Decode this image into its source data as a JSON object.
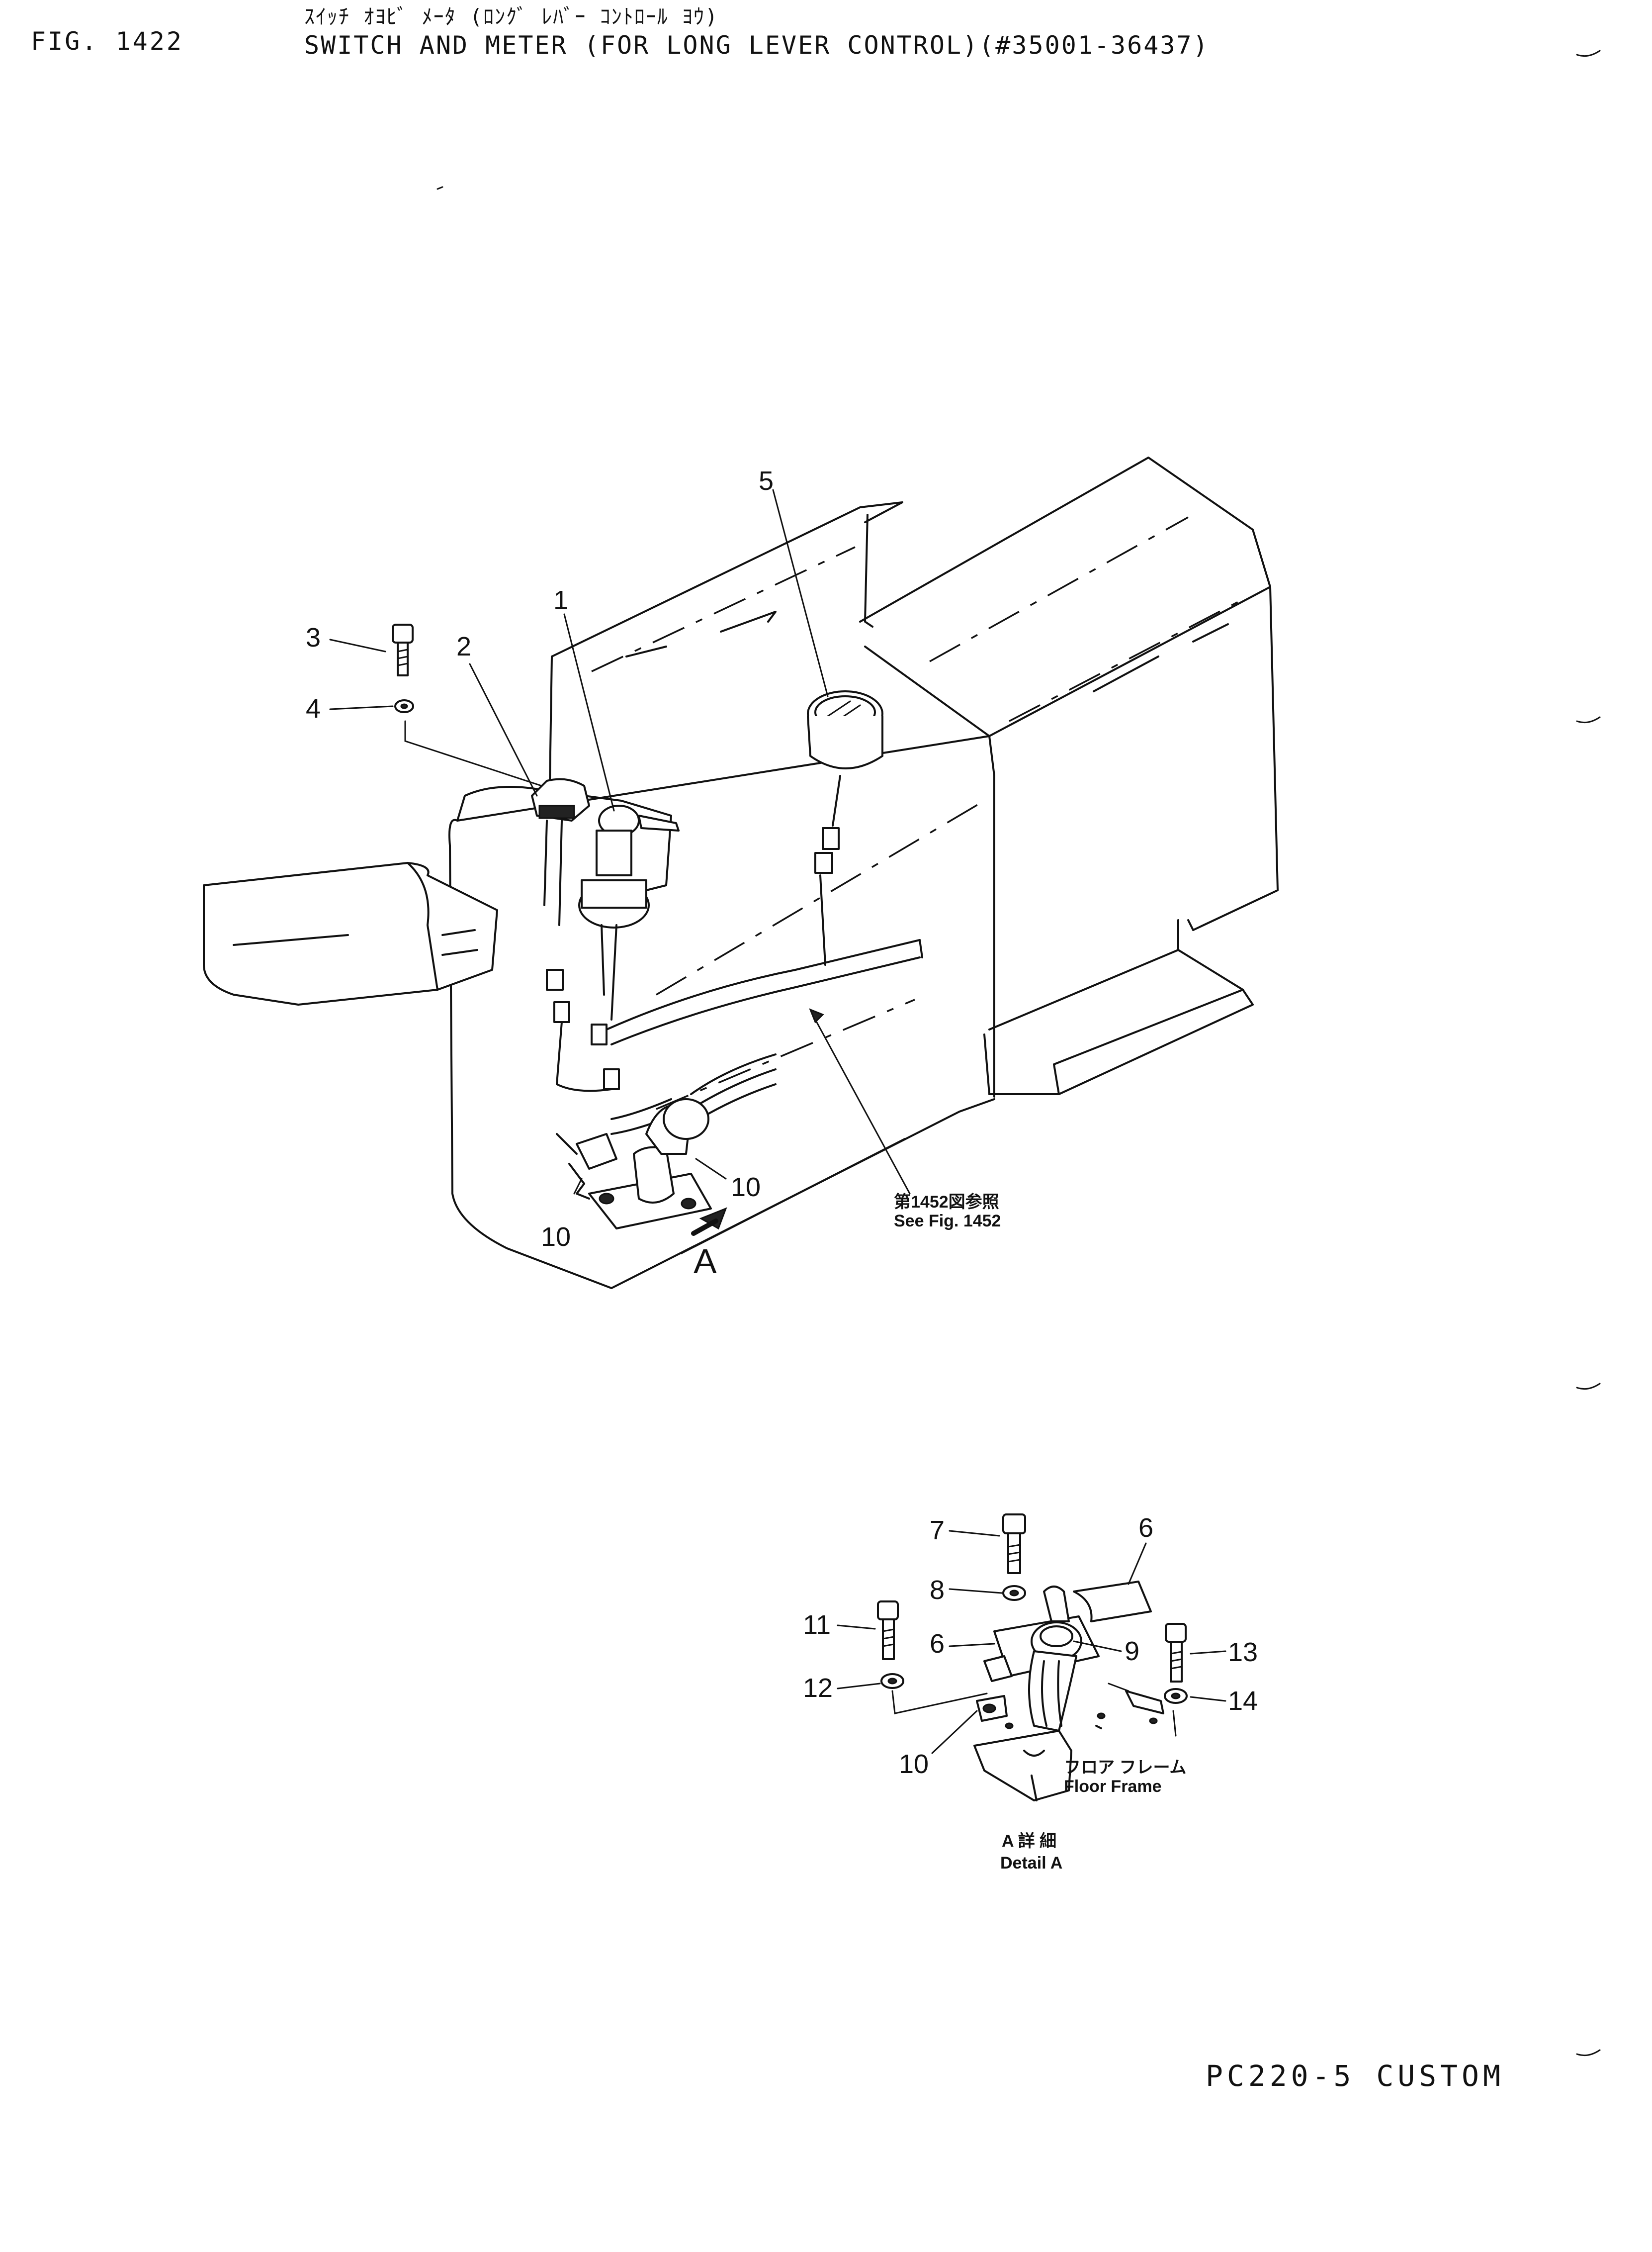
{
  "header": {
    "figure_number": "FIG. 1422",
    "title_japanese": "ｽｲｯﾁ ｵﾖﾋﾞ ﾒｰﾀ (ﾛﾝｸﾞ ﾚﾊﾞｰ ｺﾝﾄﾛｰﾙ ﾖｳ)",
    "title_english": "SWITCH AND METER (FOR LONG LEVER CONTROL)(#35001-36437)"
  },
  "main_view": {
    "callouts": [
      "1",
      "2",
      "3",
      "4",
      "5",
      "10",
      "10"
    ],
    "view_marker": "A",
    "reference_japanese": "第1452図参照",
    "reference_english": "See Fig. 1452"
  },
  "detail_a": {
    "callouts": [
      "6",
      "6",
      "7",
      "8",
      "9",
      "10",
      "11",
      "12",
      "13",
      "14"
    ],
    "floor_frame_japanese": "フロア フレーム",
    "floor_frame_english": "Floor Frame",
    "caption_japanese": "A 詳 細",
    "caption_english": "Detail A"
  },
  "footer": {
    "model": "PC220-5 CUSTOM"
  }
}
